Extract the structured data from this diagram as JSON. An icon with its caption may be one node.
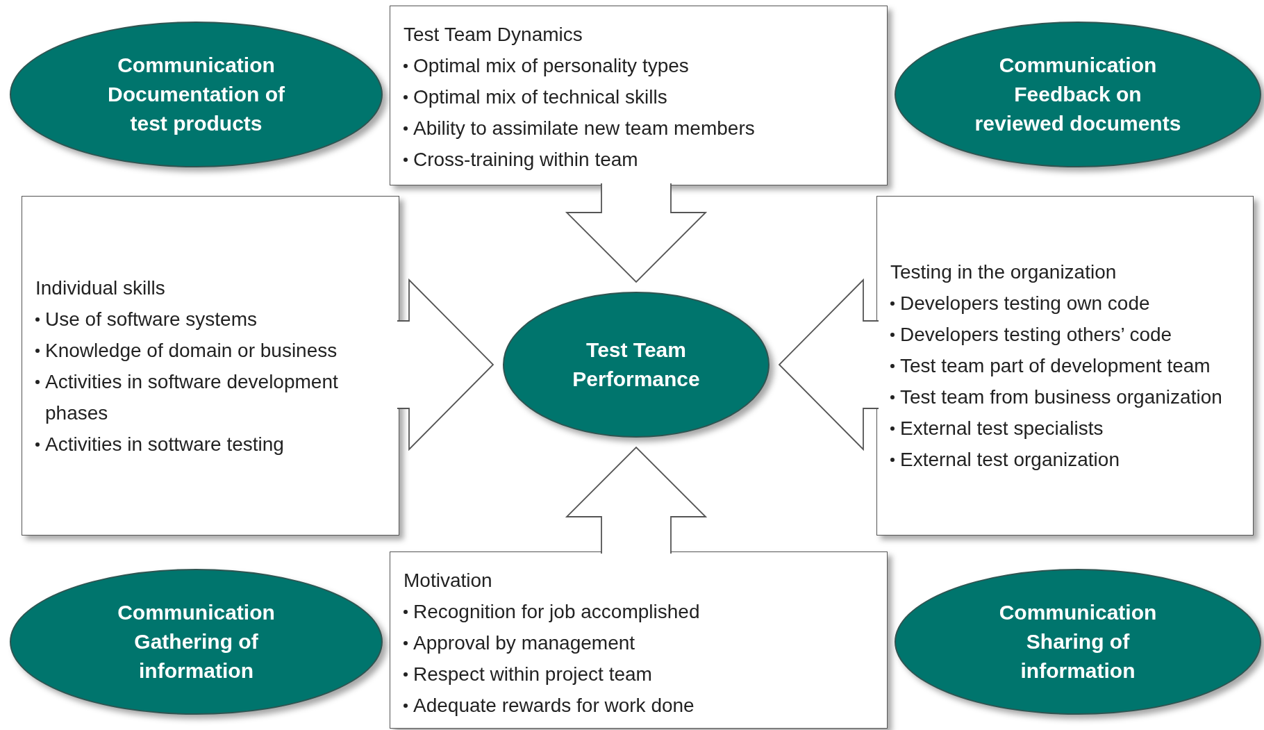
{
  "diagram": {
    "nodes": [
      {
        "text": [
          "Communication Documentation of test products"
        ]
      },
      {
        "text": [
          "Test Team Dynamics",
          "Optimal mix of personality types",
          "Optimal mix of technical skills",
          "Ability to assimilate new team members",
          "Cross-training within team"
        ]
      },
      {
        "text": [
          "Communication Feedback on reviewed documents"
        ]
      },
      {
        "text": [
          "Individual skills",
          "Use of software systems",
          "Knowledge of domain or business",
          "Activities in software development phases",
          "Activities in sottware testing"
        ]
      },
      {
        "text": [
          "Test Team Performance"
        ]
      },
      {
        "text": [
          "Testing in the organization",
          "Developers testing own code",
          "Developers testing others’ code",
          "Test team part of development team",
          "Test team from business organization",
          "External test specialists",
          "External test organization"
        ]
      },
      {
        "text": [
          "Communication Gathering of information"
        ]
      },
      {
        "text": [
          "Motivation",
          "Recognition for job accomplished",
          "Approval by management",
          "Respect within project team",
          "Adequate rewards for work done"
        ]
      },
      {
        "text": [
          "Communication Sharing of information"
        ]
      }
    ],
    "edges": [
      {
        "from": 1,
        "to": 4,
        "arrow": "to"
      },
      {
        "from": 3,
        "to": 4,
        "arrow": "to"
      },
      {
        "from": 5,
        "to": 4,
        "arrow": "to"
      },
      {
        "from": 7,
        "to": 4,
        "arrow": "to"
      }
    ]
  }
}
